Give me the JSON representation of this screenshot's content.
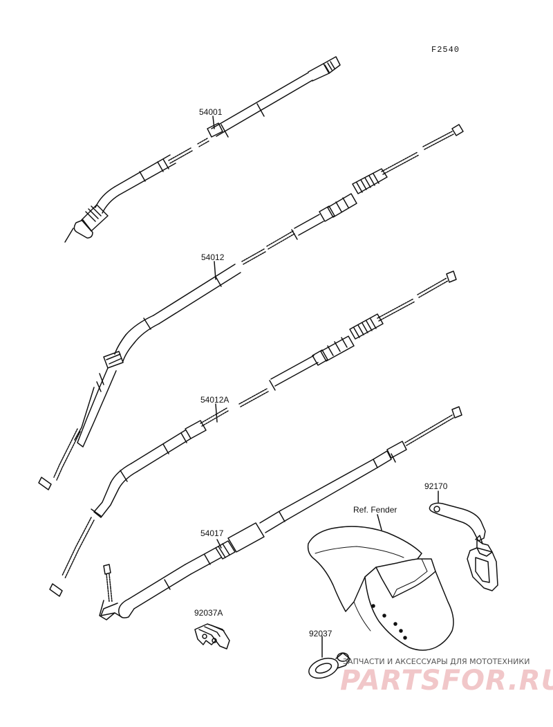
{
  "diagram": {
    "figure_code": "F2540",
    "parts": [
      {
        "id": "speedometer-cable",
        "label": "54001"
      },
      {
        "id": "throttle-cable-open",
        "label": "54012"
      },
      {
        "id": "throttle-cable-close",
        "label": "54012A"
      },
      {
        "id": "clutch-cable",
        "label": "54017"
      },
      {
        "id": "bracket",
        "label": "92170"
      },
      {
        "id": "fender-ref",
        "label": "Ref. Fender"
      },
      {
        "id": "grommet",
        "label": "92037"
      },
      {
        "id": "clamp",
        "label": "92037A"
      }
    ]
  },
  "watermark": {
    "text": "ЗАПЧАСТИ И АКСЕССУАРЫ ДЛЯ МОТОТЕХНИКИ",
    "logo": "PARTSFOR.RU"
  }
}
